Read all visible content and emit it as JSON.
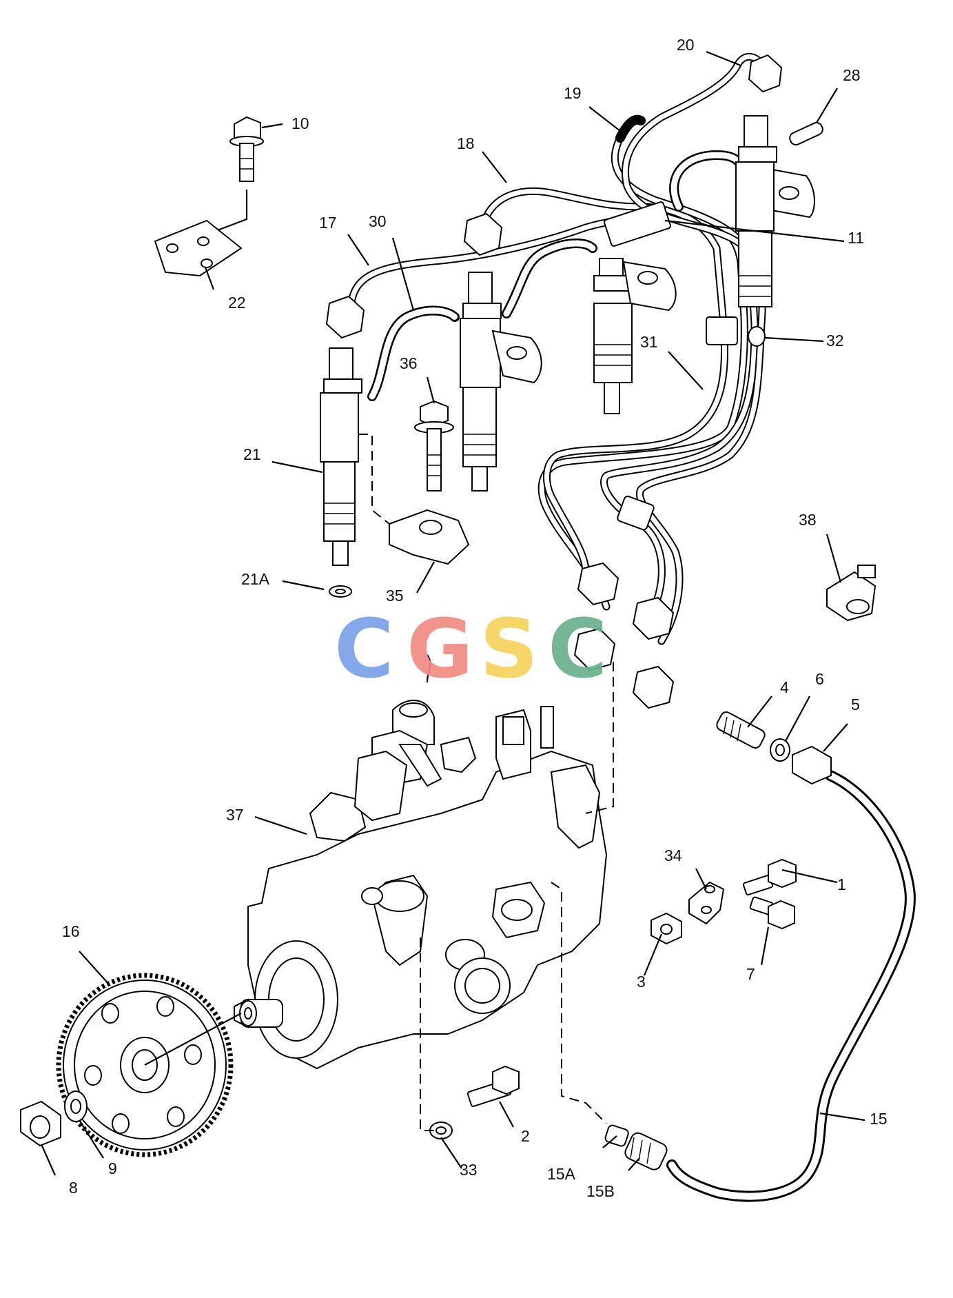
{
  "watermark": {
    "letters": [
      {
        "char": "C",
        "color": "#7aa2ea"
      },
      {
        "char": "G",
        "color": "#f08b83"
      },
      {
        "char": "S",
        "color": "#f6d35b"
      },
      {
        "char": "C",
        "color": "#6ab08e"
      }
    ]
  },
  "callouts": [
    "1",
    "2",
    "3",
    "4",
    "5",
    "6",
    "7",
    "8",
    "9",
    "10",
    "11",
    "15",
    "15A",
    "15B",
    "16",
    "17",
    "18",
    "19",
    "20",
    "21",
    "21A",
    "22",
    "28",
    "30",
    "31",
    "32",
    "33",
    "34",
    "35",
    "36",
    "37",
    "38"
  ]
}
